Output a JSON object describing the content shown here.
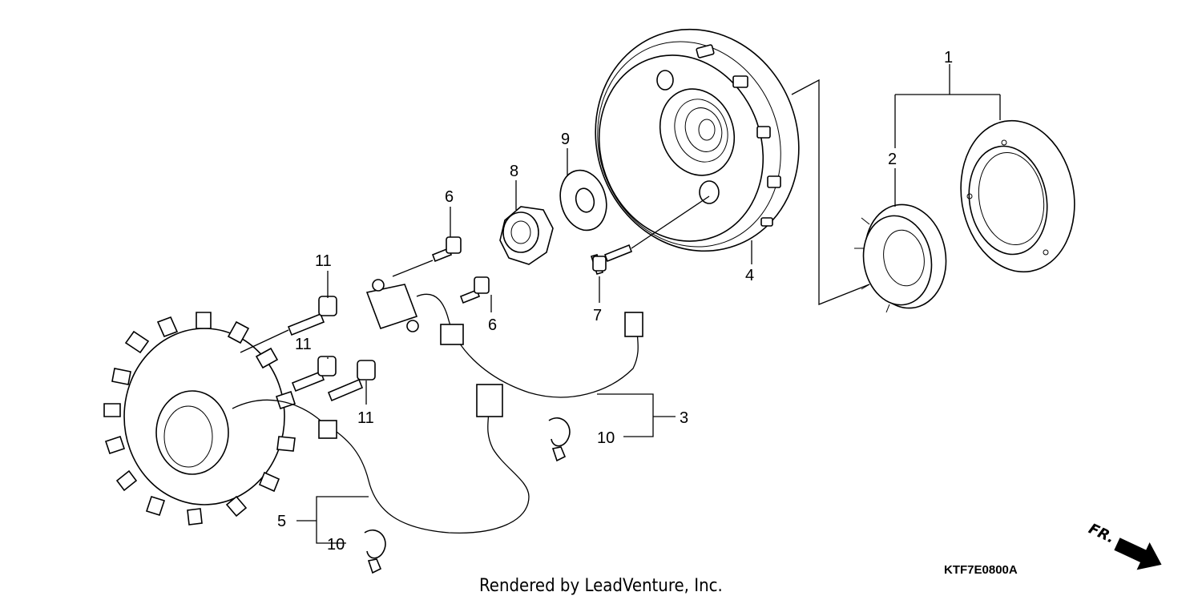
{
  "callouts": [
    {
      "id": "1",
      "text": "1"
    },
    {
      "id": "2",
      "text": "2"
    },
    {
      "id": "3",
      "text": "3"
    },
    {
      "id": "4",
      "text": "4"
    },
    {
      "id": "5",
      "text": "5"
    },
    {
      "id": "6a",
      "text": "6"
    },
    {
      "id": "6b",
      "text": "6"
    },
    {
      "id": "7",
      "text": "7"
    },
    {
      "id": "8",
      "text": "8"
    },
    {
      "id": "9",
      "text": "9"
    },
    {
      "id": "10a",
      "text": "10"
    },
    {
      "id": "10b",
      "text": "10"
    },
    {
      "id": "11a",
      "text": "11"
    },
    {
      "id": "11b",
      "text": "11"
    },
    {
      "id": "11c",
      "text": "11"
    }
  ],
  "diagram_code": "KTF7E0800A",
  "credit": "Rendered by LeadVenture, Inc.",
  "direction_marker": "FR."
}
